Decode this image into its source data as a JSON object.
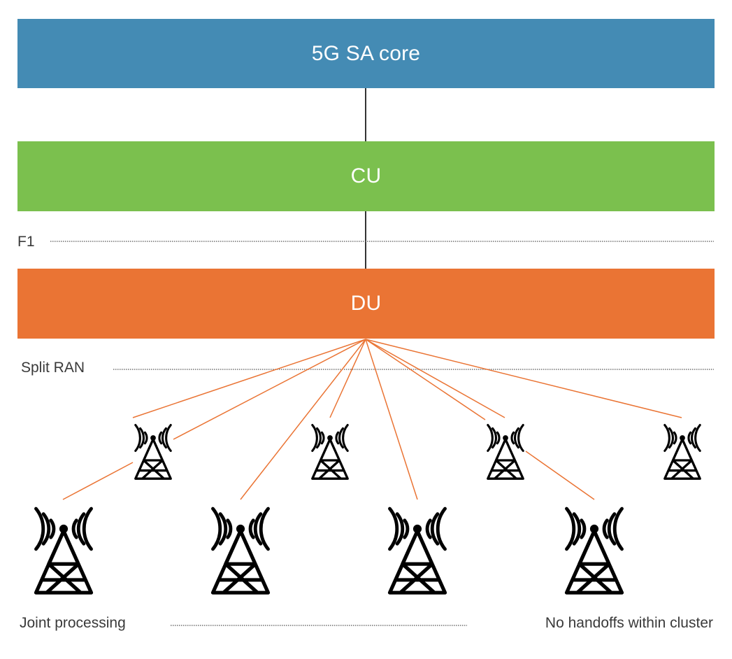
{
  "layers": {
    "core": {
      "label": "5G SA core",
      "color": "#448bb4"
    },
    "cu": {
      "label": "CU",
      "color": "#7bc04e"
    },
    "du": {
      "label": "DU",
      "color": "#ea7434"
    }
  },
  "interfaces": {
    "f1": "F1",
    "split_ran": "Split RAN"
  },
  "footer": {
    "left": "Joint processing",
    "right": "No handoffs within cluster"
  },
  "link_color": "#ea7434",
  "tower_icon": "cell-tower-icon",
  "towers": {
    "small_count": 4,
    "large_count": 4
  }
}
